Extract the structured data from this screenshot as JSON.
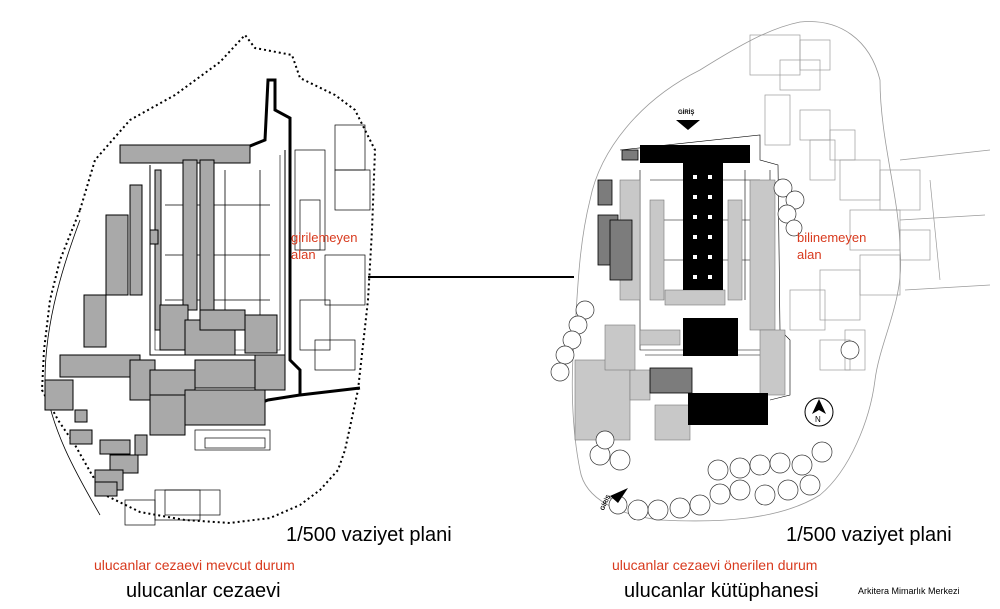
{
  "left_plan": {
    "area_label_line1": "girilemeyen",
    "area_label_line2": "alan",
    "scale": "1/500 vaziyet plani",
    "subtitle": "ulucanlar cezaevi mevcut durum",
    "title": "ulucanlar cezaevi"
  },
  "right_plan": {
    "area_label_line1": "bilinemeyen",
    "area_label_line2": "alan",
    "entrance_top": "GİRİŞ",
    "entrance_bottom": "GİRİŞ",
    "scale": "1/500 vaziyet plani",
    "subtitle": "ulucanlar cezaevi önerilen durum",
    "title": "ulucanlar kütüphanesi"
  },
  "credit": "Arkitera Mimarlık Merkezi",
  "colors": {
    "label_red": "#d83a1e",
    "building_gray": "#a9a9a9",
    "building_black": "#000000",
    "light_gray": "#c8c8c8"
  }
}
